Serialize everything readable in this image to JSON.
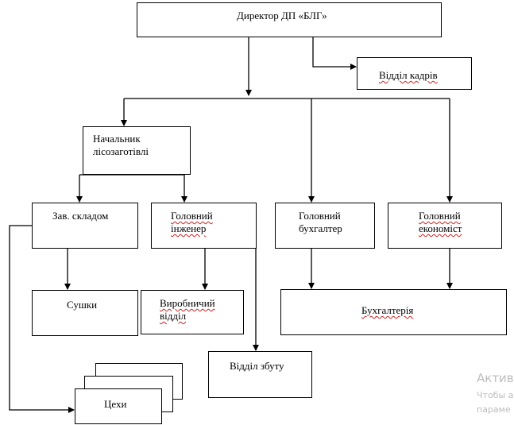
{
  "diagram": {
    "nodes": {
      "director": "Директор ДП «БЛГ»",
      "hr_department": "Відділ кадрів",
      "head_logging": "Начальник\nлісозаготівлі",
      "warehouse_head": "Зав. складом",
      "chief_engineer": "Головний\nінженер",
      "chief_accountant": "Головний\nбухгалтер",
      "chief_economist": "Головний\nекономіст",
      "drying": "Сушки",
      "production_department": "Виробничий\nвідділ",
      "accounting": "Бухгалтерія",
      "sales_department": "Відділ збуту",
      "workshops": "Цехи"
    }
  },
  "watermark": {
    "line1": "Актив",
    "line2": "Чтобы а",
    "line3": "параме"
  }
}
